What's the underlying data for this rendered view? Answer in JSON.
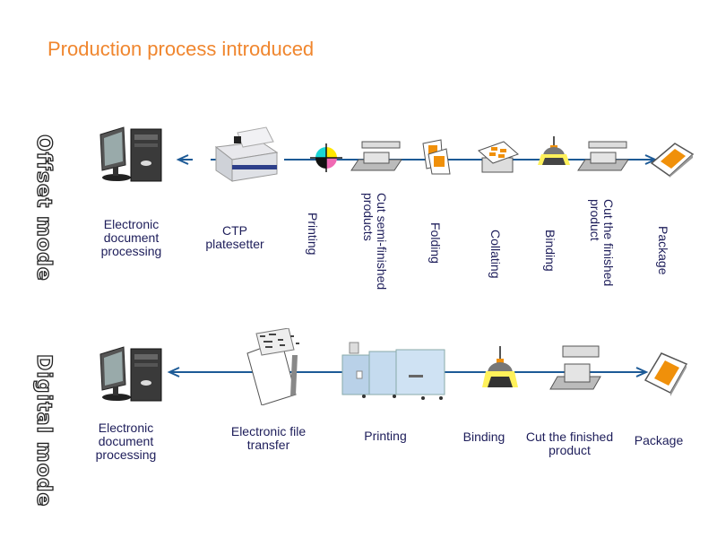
{
  "title": "Production process introduced",
  "colors": {
    "title": "#f0862e",
    "label": "#1d1d5a",
    "flow_line": "#1d5a96",
    "accent_orange": "#f0900a",
    "accent_yellow": "#fff15a"
  },
  "offset": {
    "mode_label": "Offset mode",
    "steps": [
      {
        "label": "Electronic document processing",
        "icon": "computer-icon"
      },
      {
        "label": "CTP platesetter",
        "icon": "platesetter-icon"
      },
      {
        "label": "Printing",
        "icon": "cmyk-registration-icon"
      },
      {
        "label": "Cut semi-finished products",
        "icon": "cutter-icon"
      },
      {
        "label": "Folding",
        "icon": "folding-icon"
      },
      {
        "label": "Collating",
        "icon": "collating-icon"
      },
      {
        "label": "Binding",
        "icon": "binding-icon"
      },
      {
        "label": "Cut the finished product",
        "icon": "cutter-icon"
      },
      {
        "label": "Package",
        "icon": "package-icon"
      }
    ]
  },
  "digital": {
    "mode_label": "Digital mode",
    "steps": [
      {
        "label": "Electronic document processing",
        "icon": "computer-icon"
      },
      {
        "label": "Electronic file transfer",
        "icon": "file-transfer-icon"
      },
      {
        "label": "Printing",
        "icon": "digital-press-icon"
      },
      {
        "label": "Binding",
        "icon": "binding-icon"
      },
      {
        "label": "Cut the finished product",
        "icon": "cutter-icon"
      },
      {
        "label": "Package",
        "icon": "package-icon"
      }
    ]
  }
}
